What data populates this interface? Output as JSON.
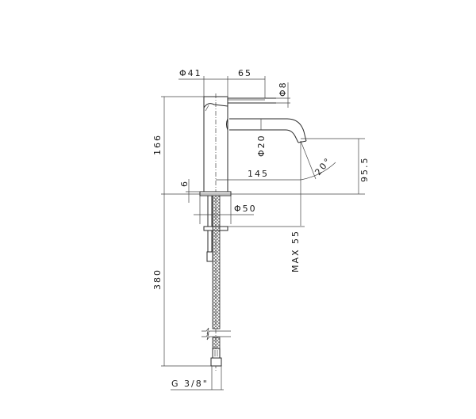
{
  "drawing": {
    "title": "Basin mixer technical dimension drawing",
    "colors": {
      "line": "#2a2a2a",
      "background": "#ffffff"
    },
    "dimensions": {
      "body_diameter": "Φ41",
      "spout_reach_top": "65",
      "lever_diameter": "Φ8",
      "spout_diameter": "Φ20",
      "total_height": "166",
      "spout_reach": "145",
      "spout_outlet_height": "95.5",
      "spout_angle": "20°",
      "base_thickness": "6",
      "base_diameter": "Φ50",
      "max_deck_thickness": "MAX 55",
      "hose_length": "380",
      "hose_connection": "G 3/8\""
    }
  }
}
